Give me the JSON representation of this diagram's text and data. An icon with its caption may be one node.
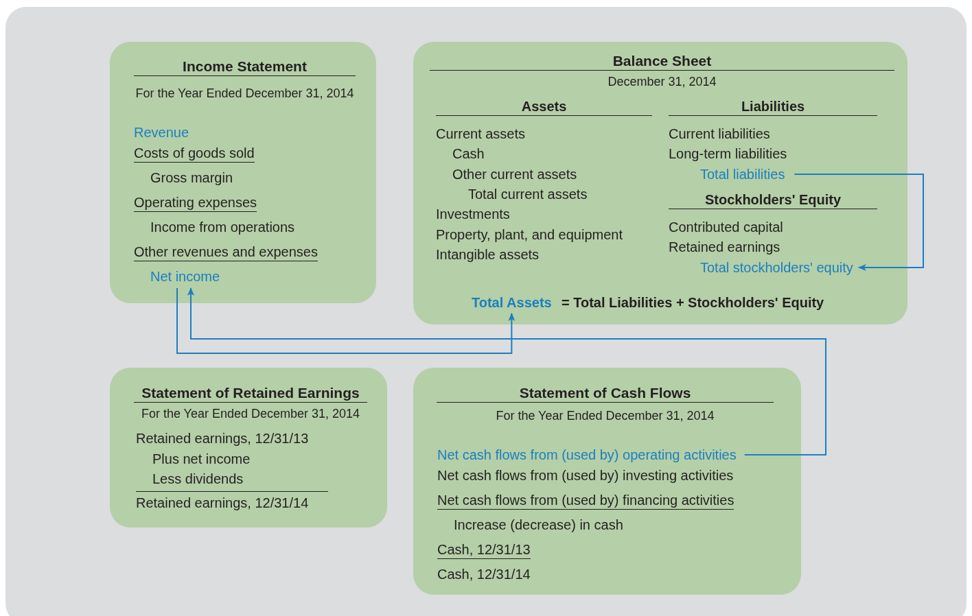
{
  "diagram": {
    "nodes": [
      {
        "text": [
          "Income Statement",
          "For the Year Ended December 31, 2014"
        ]
      },
      {
        "text": [
          "Net income"
        ],
        "in": 0
      },
      {
        "text": [
          "Balance Sheet",
          "December 31, 2014"
        ]
      },
      {
        "text": [
          "Total liabilities"
        ],
        "in": 2
      },
      {
        "text": [
          "Total stockholders' equity"
        ],
        "in": 2
      },
      {
        "text": [
          "Total Assets"
        ],
        "in": 2
      },
      {
        "text": [
          "Statement of Retained Earnings",
          "For the Year Ended December 31, 2014"
        ]
      },
      {
        "text": [
          "Statement of Cash Flows",
          "For the Year Ended December 31, 2014"
        ]
      },
      {
        "text": [
          "Net cash flows from (used by) operating activities"
        ],
        "in": 7
      }
    ],
    "edges": [
      {
        "from": 1,
        "to": 5,
        "arrow": "to"
      },
      {
        "from": 8,
        "to": 1,
        "arrow": "to"
      },
      {
        "from": 3,
        "to": 4,
        "arrow": "to"
      }
    ],
    "labels": [
      "Revenue",
      "Costs of goods sold",
      "Gross margin",
      "Operating expenses",
      "Income from operations",
      "Other revenues and expenses",
      "Assets",
      "Liabilities",
      "Current assets",
      "Cash",
      "Other current assets",
      "Total current assets",
      "Investments",
      "Property, plant, and equipment",
      "Intangible assets",
      "Current liabilities",
      "Long-term liabilities",
      "Stockholders' Equity",
      "Contributed capital",
      "Retained earnings",
      "= Total Liabilities + Stockholders' Equity",
      "Retained earnings, 12/31/13",
      "Plus net income",
      "Less dividends",
      "Retained earnings, 12/31/14",
      "Net cash flows from (used by) investing activities",
      "Net cash flows from (used by) financing activities",
      "Increase (decrease) in cash",
      "Cash, 12/31/13",
      "Cash, 12/31/14"
    ]
  }
}
